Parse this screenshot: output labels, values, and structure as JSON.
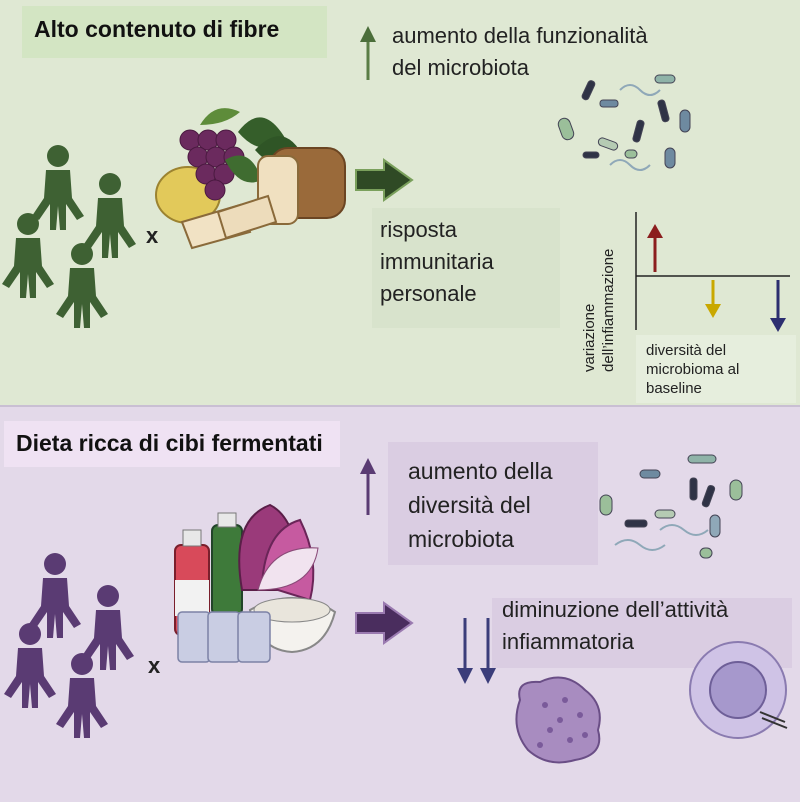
{
  "top": {
    "title": "Alto contenuto di fibre",
    "multiplier": "x",
    "effect_1": [
      "aumento della funzionalità",
      "del microbiota"
    ],
    "effect_2": [
      "risposta",
      "immunitaria",
      "personale"
    ],
    "graph_ylabel": [
      "variazione",
      "dell’infiammazione"
    ],
    "graph_xlabel": [
      "diversità del",
      "microbioma al",
      "baseline"
    ]
  },
  "bottom": {
    "title": "Dieta ricca di cibi fermentati",
    "multiplier": "x",
    "effect_1": [
      "aumento della",
      "diversità del",
      "microbiota"
    ],
    "effect_2": [
      "diminuzione dell’attività",
      "infiammatoria"
    ]
  },
  "colors": {
    "top_bg": "#dfe8d3",
    "bottom_bg": "#e3d9e9",
    "green_people": "#3e6133",
    "purple_people": "#5a3b73",
    "arrow_green": "#2f4a25",
    "arrow_purple": "#4a2d5e",
    "graph_red": "#8b1e1e",
    "graph_yellow": "#c9a800",
    "graph_navy": "#2c2e70"
  },
  "icons": [
    "person-icon",
    "food-basket-icon",
    "fermented-food-icon",
    "bacteria-icon",
    "immune-cell-icon",
    "up-arrow-icon",
    "down-arrow-icon",
    "right-arrow-icon"
  ]
}
